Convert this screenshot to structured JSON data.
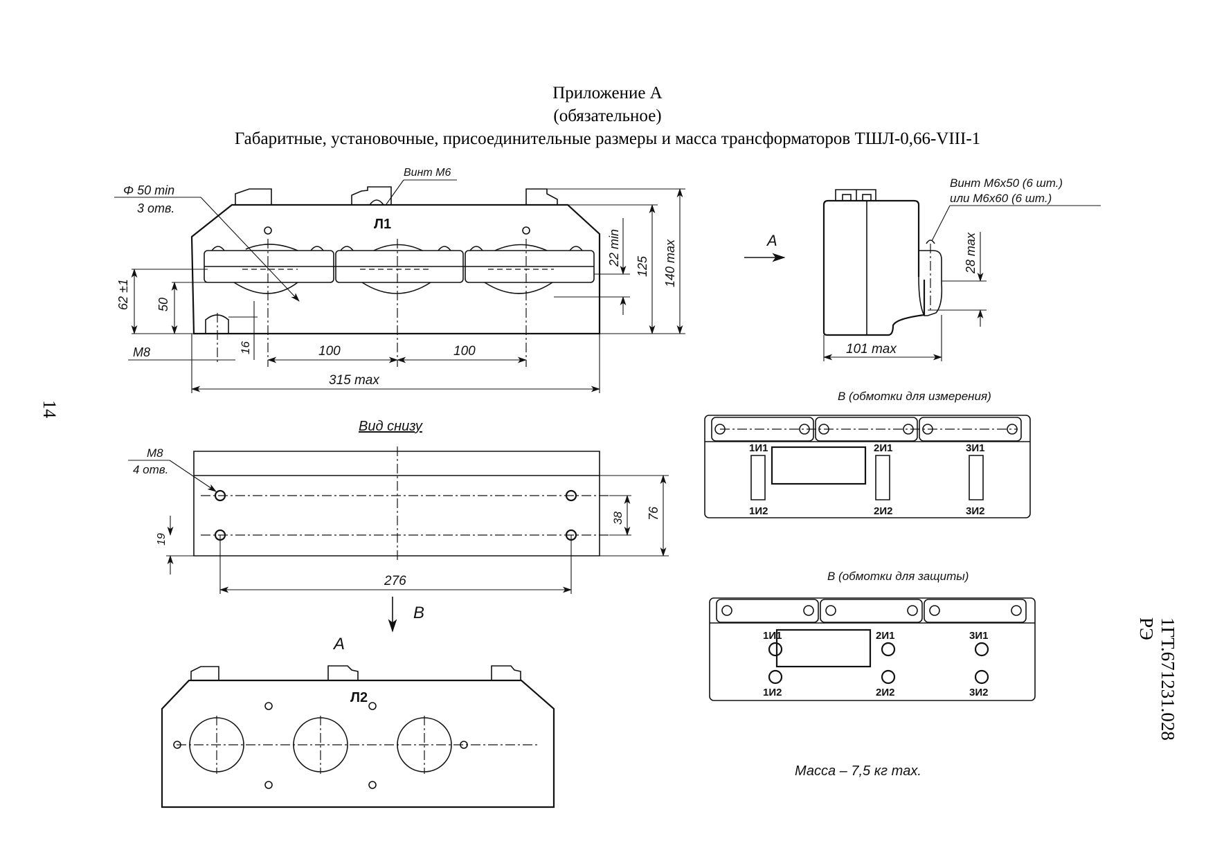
{
  "header": {
    "appendix": "Приложение А",
    "status": "(обязательное)",
    "title": "Габаритные, установочные, присоединительные размеры и масса трансформаторов ТШЛ-0,66-VIII-1"
  },
  "page_number": "14",
  "doc_code": "1ГТ.671231.028 РЭ",
  "front_view": {
    "marking": "Л1",
    "callout_screw": "Винт М6",
    "callout_holes_line1": "Φ 50 min",
    "callout_holes_line2": "3 отв.",
    "dims": {
      "d62": "62 ±1",
      "d50": "50",
      "d16": "16",
      "m8": "M8",
      "p100a": "100",
      "p100b": "100",
      "w315": "315 max",
      "d22": "22 min",
      "h125": "125",
      "h140": "140 max"
    }
  },
  "side_view": {
    "view_label": "A",
    "callout_line1": "Винт М6х50 (6 шт.)",
    "callout_line2": "или М6х60 (6 шт.)",
    "dims": {
      "d28": "28 max",
      "w101": "101 max"
    }
  },
  "bottom_view": {
    "title": "Вид снизу",
    "callout_line1": "M8",
    "callout_line2": "4 отв.",
    "dims": {
      "d19": "19",
      "d38": "38",
      "d76": "76",
      "w276": "276"
    },
    "arrow_label": "B"
  },
  "view_a": {
    "title": "A",
    "marking": "Л2"
  },
  "view_b_measure": {
    "title": "B (обмотки для   измерения)",
    "terminals": [
      "1И1",
      "1И2",
      "2И1",
      "2И2",
      "3И1",
      "3И2"
    ]
  },
  "view_b_protect": {
    "title": "В (обмотки для защиты)",
    "terminals": [
      "1И1",
      "1И2",
      "2И1",
      "2И2",
      "3И1",
      "3И2"
    ]
  },
  "mass_note": "Масса – 7,5 кг max."
}
